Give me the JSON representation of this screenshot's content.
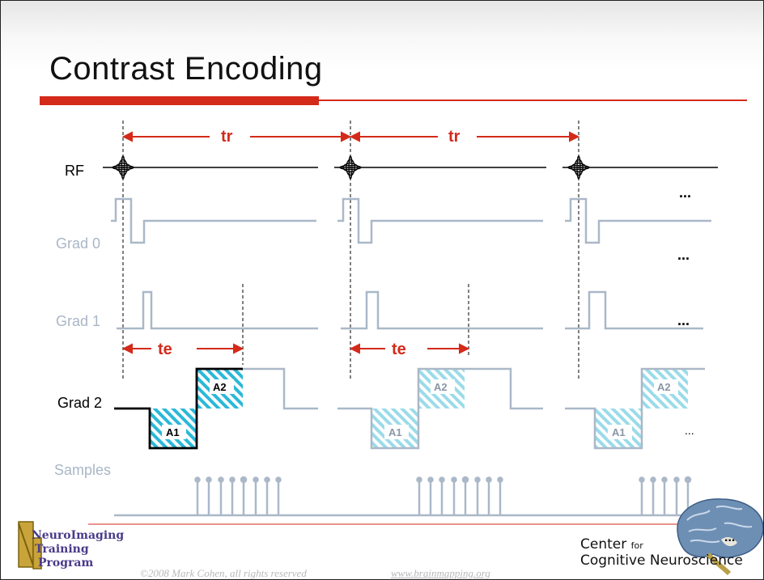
{
  "slide": {
    "title": "Contrast Encoding"
  },
  "diagram": {
    "labels": {
      "rf": "RF",
      "grad0": "Grad 0",
      "grad1": "Grad 1",
      "grad2": "Grad 2",
      "samples": "Samples",
      "tr": "tr",
      "te": "te",
      "a1": "A1",
      "a2": "A2",
      "ellipsis": "..."
    },
    "colors": {
      "accent_red": "#d42a1a",
      "trace_gray": "#aab8c8",
      "hatch_cyan": "#2bb8d8",
      "black": "#000000"
    }
  },
  "footer": {
    "logo_lines": [
      "NeuroImaging",
      "Training",
      "Program"
    ],
    "copyright": "©2008 Mark Cohen, all rights reserved",
    "url": "www.brainmapping.org",
    "center_line1_main": "Center",
    "center_line1_small": "for",
    "center_line2": "Cognitive Neuroscience",
    "brain_icon": "brain-icon"
  }
}
